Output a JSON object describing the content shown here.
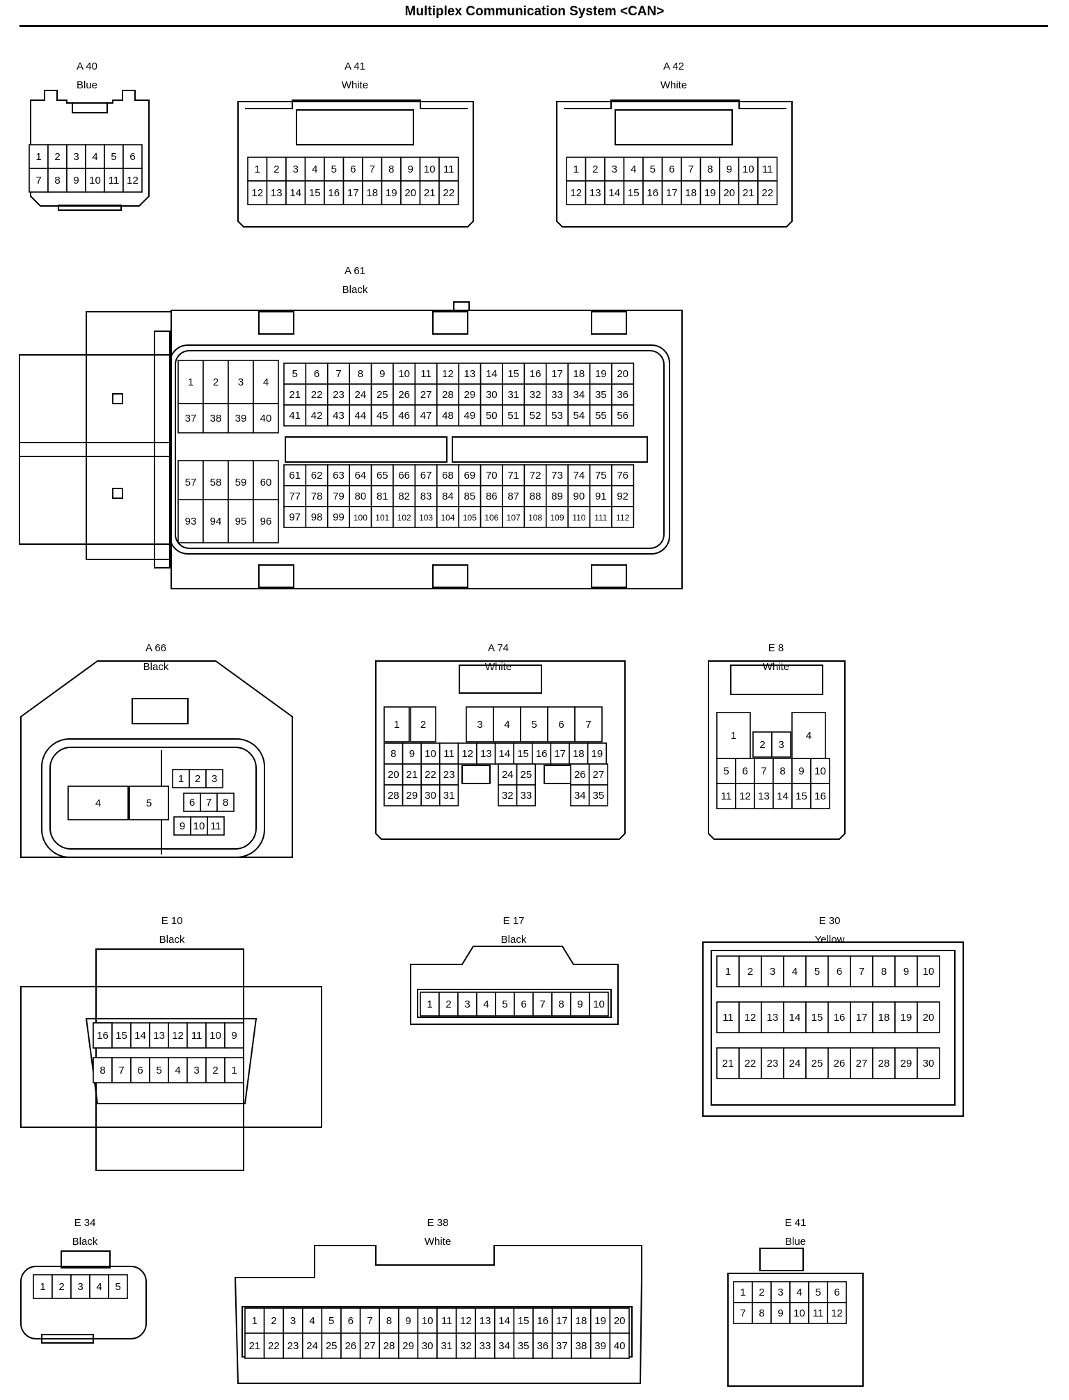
{
  "title": "Multiplex Communication System <CAN>",
  "connectors": [
    {
      "id": "A 40",
      "color": "Blue"
    },
    {
      "id": "A 41",
      "color": "White"
    },
    {
      "id": "A 42",
      "color": "White"
    },
    {
      "id": "A 61",
      "color": "Black"
    },
    {
      "id": "A 66",
      "color": "Black"
    },
    {
      "id": "A 74",
      "color": "White"
    },
    {
      "id": "E 8",
      "color": "White"
    },
    {
      "id": "E 10",
      "color": "Black"
    },
    {
      "id": "E 17",
      "color": "Black"
    },
    {
      "id": "E 30",
      "color": "Yellow"
    },
    {
      "id": "E 34",
      "color": "Black"
    },
    {
      "id": "E 38",
      "color": "White"
    },
    {
      "id": "E 41",
      "color": "Blue"
    }
  ]
}
